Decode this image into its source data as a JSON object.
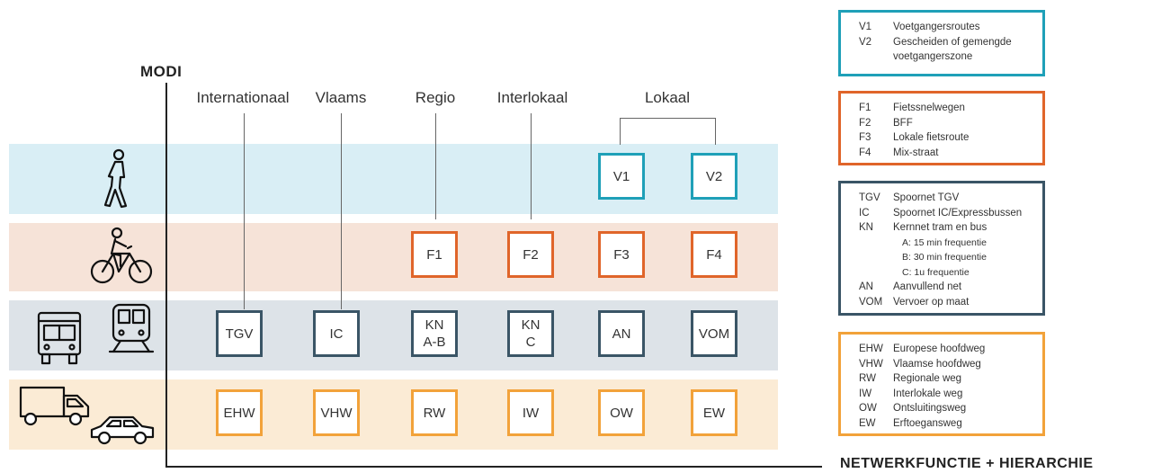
{
  "axes": {
    "y_title": "MODI",
    "x_title": "NETWERKFUNCTIE + HIERARCHIE"
  },
  "columns": [
    "Internationaal",
    "Vlaams",
    "Regio",
    "Interlokaal",
    "Lokaal"
  ],
  "rows": {
    "pedestrian": [
      "V1",
      "V2"
    ],
    "bicycle": [
      "F1",
      "F2",
      "F3",
      "F4"
    ],
    "public_transport": [
      [
        "TGV"
      ],
      [
        "IC"
      ],
      [
        "KN",
        "A-B"
      ],
      [
        "KN",
        "C"
      ],
      [
        "AN"
      ],
      [
        "VOM"
      ]
    ],
    "car": [
      "EHW",
      "VHW",
      "RW",
      "IW",
      "OW",
      "EW"
    ]
  },
  "legends": {
    "pedestrian": [
      {
        "code": "V1",
        "text": "Voetgangersroutes"
      },
      {
        "code": "V2",
        "text": "Gescheiden of gemengde voetgangerszone"
      }
    ],
    "bicycle": [
      {
        "code": "F1",
        "text": "Fietssnelwegen"
      },
      {
        "code": "F2",
        "text": "BFF"
      },
      {
        "code": "F3",
        "text": "Lokale fietsroute"
      },
      {
        "code": "F4",
        "text": "Mix-straat"
      }
    ],
    "public_transport": [
      {
        "code": "TGV",
        "text": "Spoornet TGV"
      },
      {
        "code": "IC",
        "text": "Spoornet IC/Expressbussen"
      },
      {
        "code": "KN",
        "text": "Kernnet tram en bus"
      },
      {
        "code": "",
        "text": "A: 15 min frequentie",
        "sub": true
      },
      {
        "code": "",
        "text": "B: 30 min frequentie",
        "sub": true
      },
      {
        "code": "",
        "text": "C: 1u frequentie",
        "sub": true
      },
      {
        "code": "AN",
        "text": "Aanvullend net"
      },
      {
        "code": "VOM",
        "text": "Vervoer op maat"
      }
    ],
    "car": [
      {
        "code": "EHW",
        "text": "Europese hoofdweg"
      },
      {
        "code": "VHW",
        "text": "Vlaamse hoofdweg"
      },
      {
        "code": "RW",
        "text": "Regionale weg"
      },
      {
        "code": "IW",
        "text": "Interlokale weg"
      },
      {
        "code": "OW",
        "text": "Ontsluitingsweg"
      },
      {
        "code": "EW",
        "text": "Erftoegansweg"
      }
    ]
  },
  "colors": {
    "pedestrian": "#1fa0b8",
    "bicycle": "#e0652a",
    "public_transport": "#3a5566",
    "car": "#f2a23a"
  },
  "icons": [
    "pedestrian-icon",
    "bicycle-icon",
    "bus-icon",
    "train-icon",
    "truck-icon",
    "car-icon"
  ]
}
